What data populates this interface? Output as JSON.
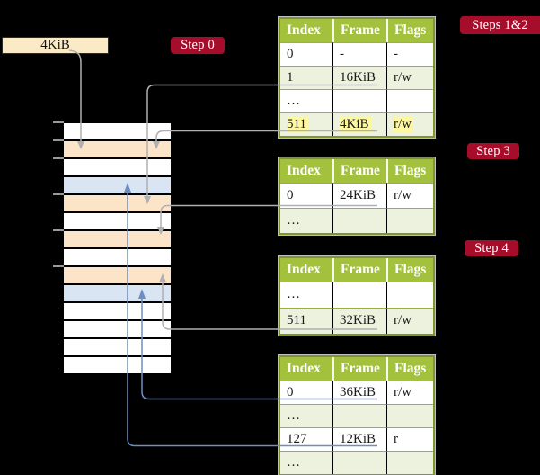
{
  "colors": {
    "background": "#000000",
    "badge_red": "#a60d2b",
    "table_header_green": "#a3c13c",
    "table_border_olive": "#7f962f",
    "table_border_light": "#9cb13d",
    "row_green": "#edf2df",
    "highlight_yellow": "#fdf7a1",
    "stack_white": "#ffffff",
    "stack_peach": "#fce4c9",
    "stack_blue": "#d9e5f2",
    "frame_box_cream": "#faeac5",
    "arrow_gray": "#b0b0b0",
    "arrow_blue": "#6d8ebf",
    "tick_gray": "#999999"
  },
  "frame_box": {
    "label": "4KiB"
  },
  "badges": {
    "step0": "Step 0",
    "steps12": "Steps 1&2",
    "step3": "Step 3",
    "step4": "Step 4"
  },
  "memory_stack": {
    "rows": [
      "white",
      "peach",
      "white",
      "blue",
      "peach",
      "white",
      "peach",
      "white",
      "peach",
      "blue",
      "white",
      "white",
      "white",
      "white"
    ]
  },
  "tables": [
    {
      "headers": [
        "Index",
        "Frame",
        "Flags"
      ],
      "rows": [
        {
          "cells": [
            "0",
            "-",
            "-"
          ],
          "shade": "white"
        },
        {
          "cells": [
            "1",
            "16KiB",
            "r/w"
          ],
          "shade": "green"
        },
        {
          "cells": [
            "…",
            "",
            ""
          ],
          "shade": "white"
        },
        {
          "cells": [
            "511",
            "4KiB",
            "r/w"
          ],
          "shade": "green-hl"
        }
      ]
    },
    {
      "headers": [
        "Index",
        "Frame",
        "Flags"
      ],
      "rows": [
        {
          "cells": [
            "0",
            "24KiB",
            "r/w"
          ],
          "shade": "white"
        },
        {
          "cells": [
            "…",
            "",
            ""
          ],
          "shade": "green"
        }
      ]
    },
    {
      "headers": [
        "Index",
        "Frame",
        "Flags"
      ],
      "rows": [
        {
          "cells": [
            "…",
            "",
            ""
          ],
          "shade": "white"
        },
        {
          "cells": [
            "511",
            "32KiB",
            "r/w"
          ],
          "shade": "green"
        }
      ]
    },
    {
      "headers": [
        "Index",
        "Frame",
        "Flags"
      ],
      "rows": [
        {
          "cells": [
            "0",
            "36KiB",
            "r/w"
          ],
          "shade": "white"
        },
        {
          "cells": [
            "…",
            "",
            ""
          ],
          "shade": "green"
        },
        {
          "cells": [
            "127",
            "12KiB",
            "r"
          ],
          "shade": "white"
        },
        {
          "cells": [
            "…",
            "",
            ""
          ],
          "shade": "green"
        }
      ]
    }
  ]
}
